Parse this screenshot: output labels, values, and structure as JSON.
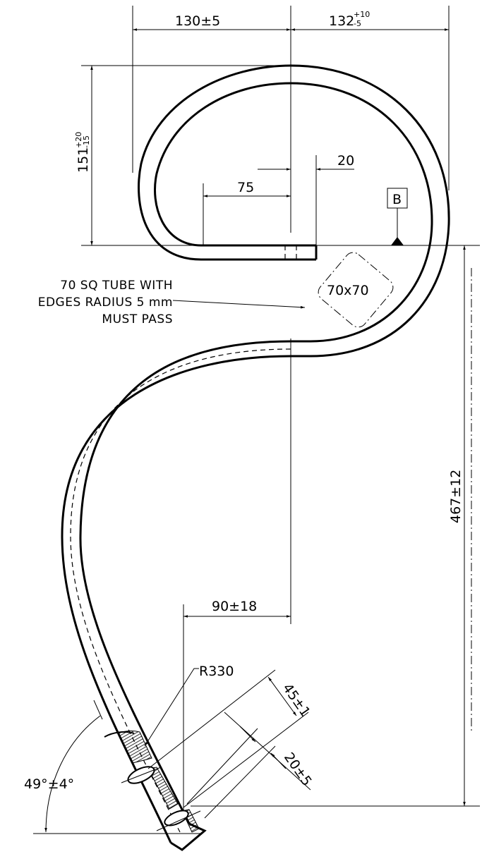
{
  "drawing": {
    "dimensions": {
      "left_width": "130±5",
      "right_width_nominal": "132",
      "right_width_upper_tol": "+10",
      "right_width_lower_tol": "-5",
      "hook_height_nominal": "151",
      "hook_height_upper_tol": "+20",
      "hook_height_lower_tol": "-15",
      "gap": "20",
      "tab_length": "75",
      "overall_height": "467±12",
      "offset": "90±18",
      "radius": "R330",
      "tip_length": "45±1",
      "tip_offset": "20±5",
      "angle": "49°±4°"
    },
    "datum": "B",
    "clearance_box": "70x70",
    "note": [
      "70 SQ TUBE WITH",
      "EDGES RADIUS 5 mm",
      "MUST PASS"
    ]
  }
}
